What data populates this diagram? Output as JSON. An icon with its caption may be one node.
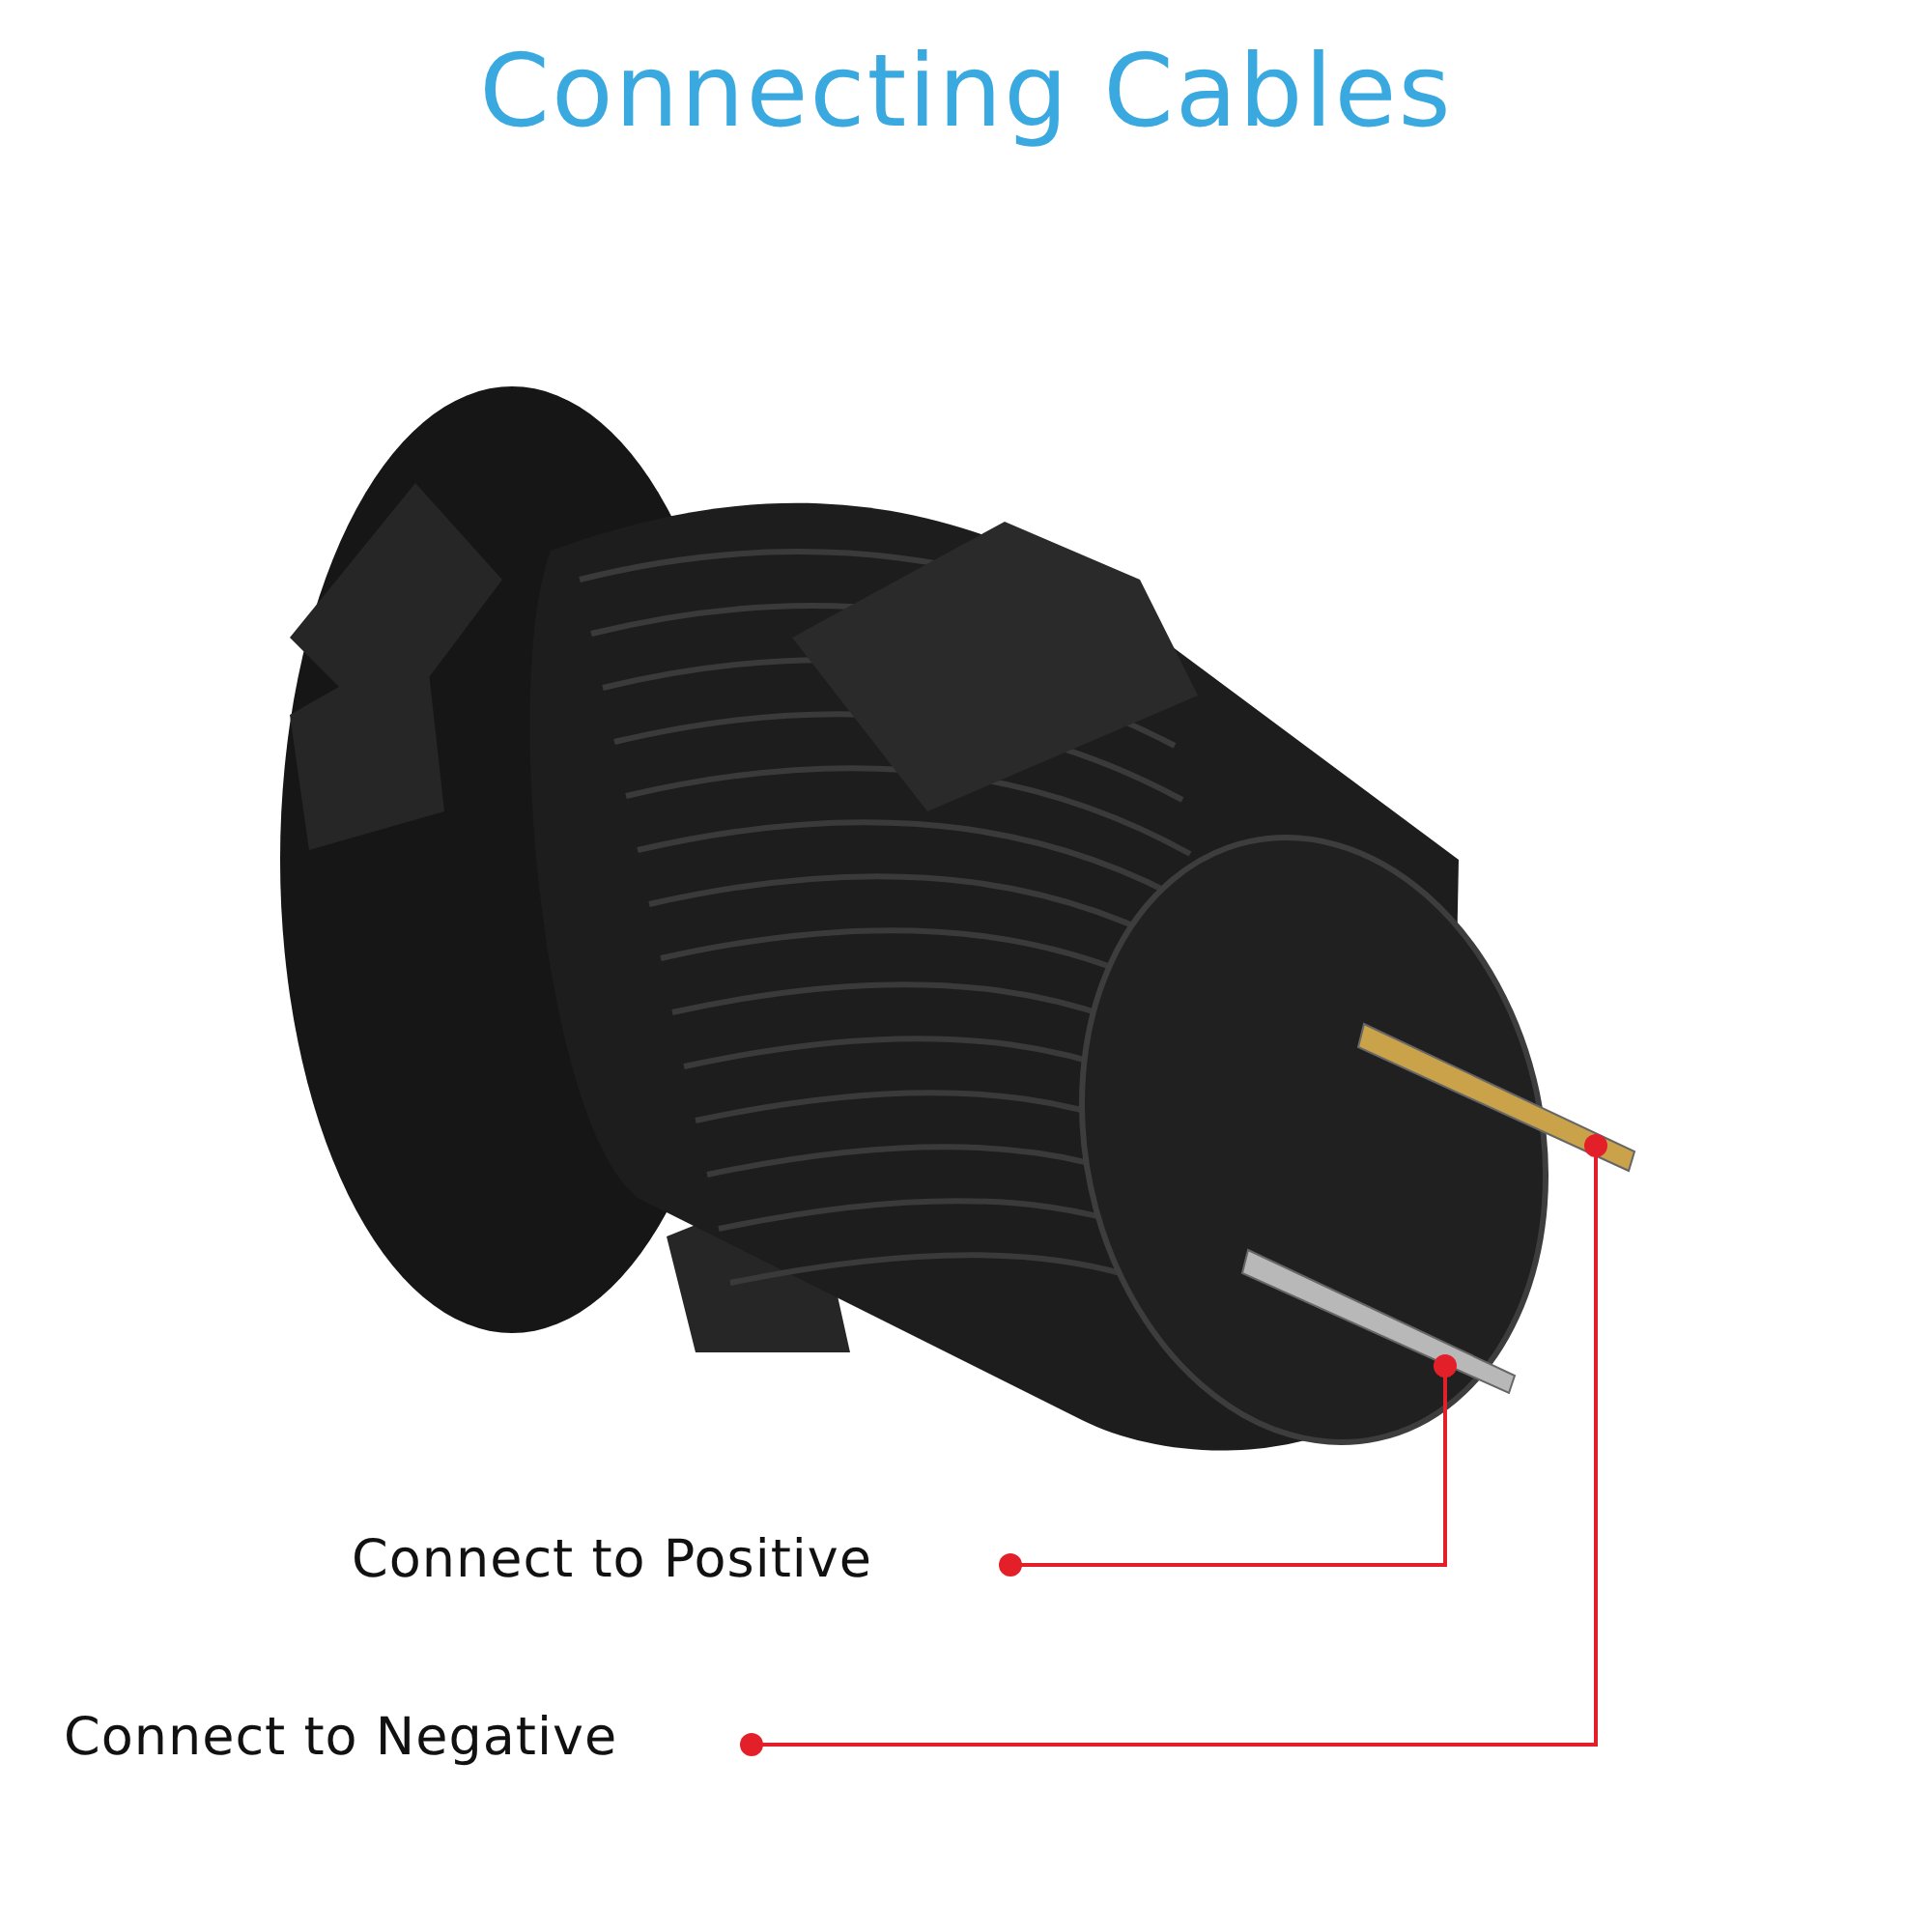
{
  "diagram": {
    "title": "Connecting Cables",
    "nodes": [
      {
        "text": [
          "Connect to Positive"
        ]
      },
      {
        "text": [
          "Connect to Negative"
        ]
      },
      {
        "text": [],
        "shape": "bar"
      },
      {
        "text": [],
        "shape": "bar"
      }
    ],
    "edges": [
      {
        "from": 0,
        "to": 3,
        "arrow": "other"
      },
      {
        "from": 1,
        "to": 2,
        "arrow": "other"
      }
    ]
  }
}
